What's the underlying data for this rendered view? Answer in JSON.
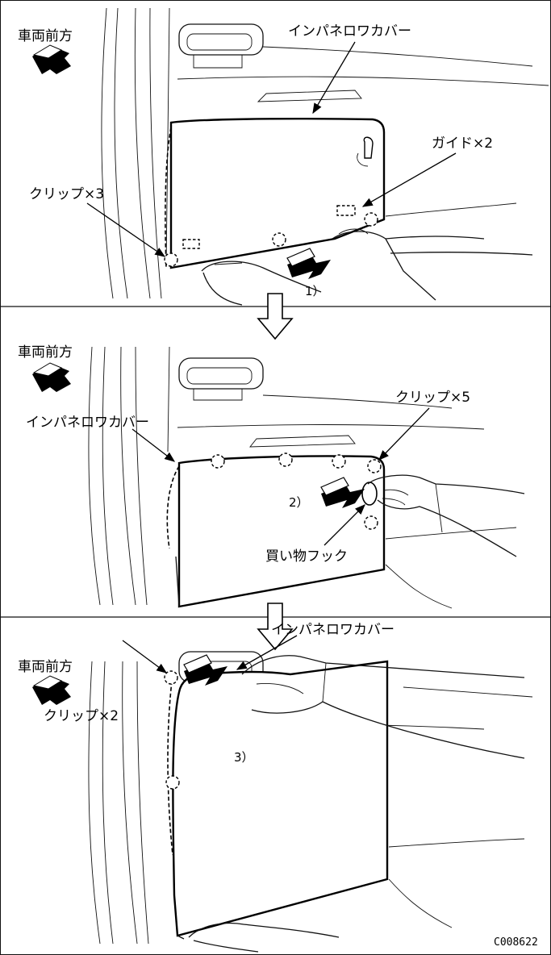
{
  "panels": [
    {
      "direction_label": "車両前方",
      "cover_label": "インパネロワカバー",
      "guide_label": "ガイド×2",
      "clip_label": "クリップ×3",
      "step_label": "1）"
    },
    {
      "direction_label": "車両前方",
      "cover_label": "インパネロワカバー",
      "clip_label": "クリップ×5",
      "hook_label": "買い物フック",
      "step_label": "2）"
    },
    {
      "direction_label": "車両前方",
      "cover_label": "インパネロワカバー",
      "clip_label": "クリップ×2",
      "step_label": "3）"
    }
  ],
  "figure_code": "C008622"
}
